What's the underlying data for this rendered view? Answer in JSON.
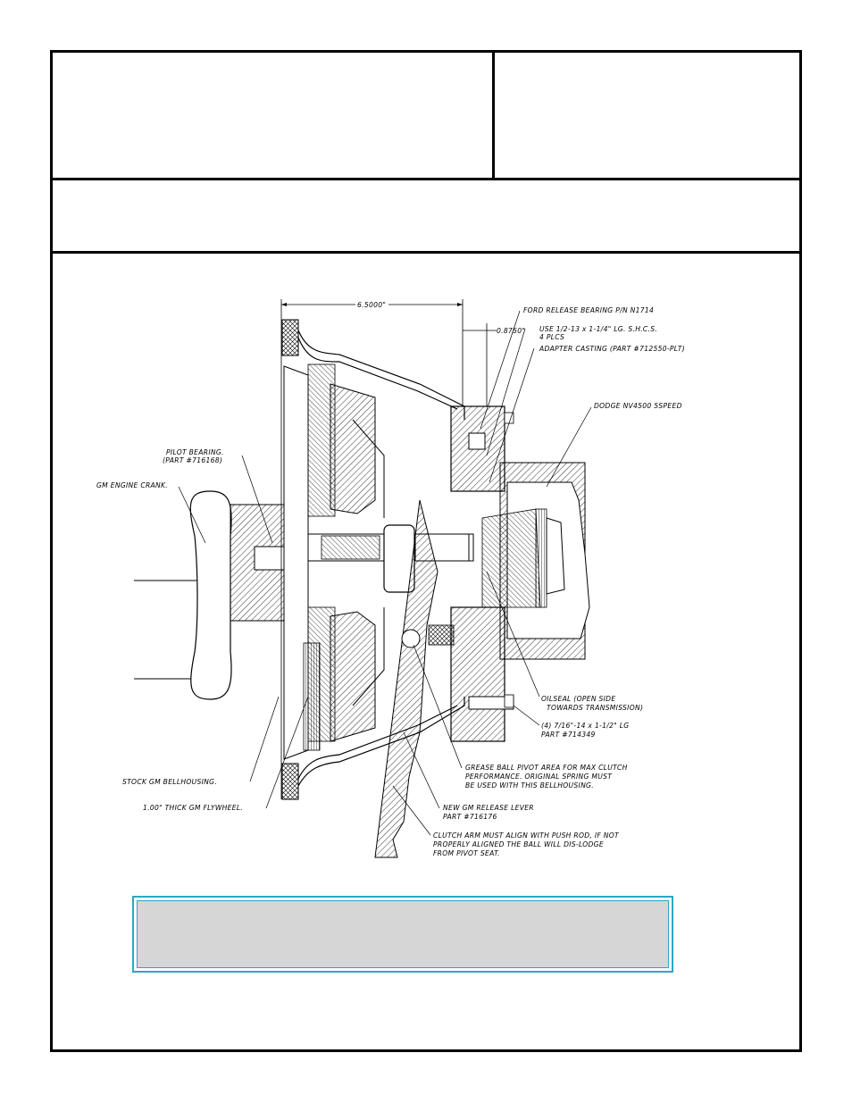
{
  "header": {
    "title": "",
    "subtitle": "",
    "block": ""
  },
  "drawing": {
    "dim_main": "6.5000\"",
    "dim_small": "0.8750\"",
    "callouts": {
      "ford_bearing": "FORD RELEASE BEARING P/N N1714",
      "bolt_line1": "USE 1/2-13 x 1-1/4\" LG. S.H.C.S.",
      "bolt_line2": "4 PLCS",
      "adapter": "ADAPTER CASTING (PART #712550-PLT)",
      "dodge": "DODGE NV4500 5SPEED",
      "pilot_line1": "PILOT BEARING.",
      "pilot_line2": "(PART #716168)",
      "crank": "GM ENGINE CRANK.",
      "oilseal_line1": "OILSEAL (OPEN SIDE",
      "oilseal_line2": "TOWARDS TRANSMISSION)",
      "studs_line1": "(4) 7/16\"-14 x 1-1/2\" LG",
      "studs_line2": "PART #714349",
      "bellhousing": "STOCK GM BELLHOUSING.",
      "grease_line1": "GREASE BALL PIVOT AREA FOR MAX CLUTCH",
      "grease_line2": "PERFORMANCE. ORIGINAL SPRING MUST",
      "grease_line3": "BE USED WITH THIS BELLHOUSING.",
      "flywheel": "1.00\" THICK GM FLYWHEEL.",
      "lever_line1": "NEW GM RELEASE LEVER",
      "lever_line2": "PART #716176",
      "arm_line1": "CLUTCH ARM MUST ALIGN WITH PUSH ROD, IF NOT",
      "arm_line2": "PROPERLY ALIGNED THE BALL WILL DIS-LODGE",
      "arm_line3": "FROM PIVOT SEAT."
    }
  },
  "note": {
    "text": ""
  },
  "colors": {
    "note_border": "#2aa8bf",
    "note_fill": "#d6d6d6"
  }
}
